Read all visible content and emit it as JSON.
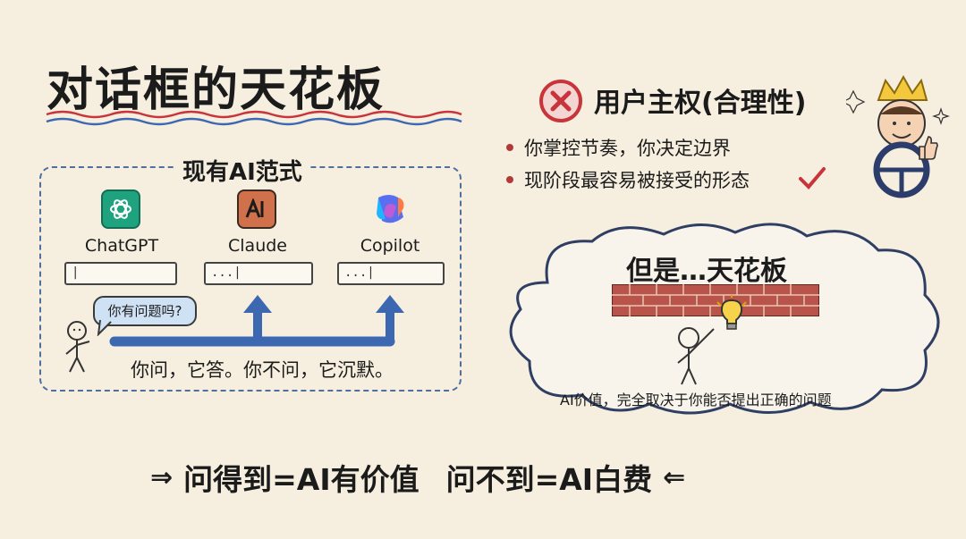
{
  "title": "对话框的天花板",
  "paradigm": {
    "label": "现有AI范式",
    "apps": [
      {
        "name": "ChatGPT",
        "input_text": "|",
        "icon": "chatgpt-logo-icon",
        "color": "#1fa37f"
      },
      {
        "name": "Claude",
        "input_text": "...|",
        "icon": "claude-logo-icon",
        "color": "#d0714c"
      },
      {
        "name": "Copilot",
        "input_text": "...|",
        "icon": "copilot-logo-icon",
        "color": "#5a6ff0"
      }
    ],
    "speech_bubble": "你有问题吗?",
    "caption": "你问，它答。你不问，它沉默。"
  },
  "sovereignty": {
    "title": "用户主权(合理性)",
    "bullets": [
      "你掌控节奏，你决定边界",
      "现阶段最容易被接受的形态"
    ],
    "icons": [
      "cross-circle-icon",
      "checkmark-icon",
      "crown-icon",
      "thumbs-up-icon"
    ]
  },
  "ceiling": {
    "title": "但是…天花板",
    "caption": "AI价值，完全取决于你能否提出正确的问题",
    "icons": [
      "brick-wall-icon",
      "lightbulb-icon"
    ]
  },
  "bottom": {
    "left_arrow": "⇒",
    "left_text": "问得到=AI有价值",
    "right_text": "问不到=AI白费",
    "right_arrow": "⇐"
  },
  "colors": {
    "background": "#f6efdf",
    "accent_red": "#c8343a",
    "arrow_blue": "#3c67b1",
    "dashed_border": "#4f6f9c",
    "brick": "#b9544b"
  }
}
